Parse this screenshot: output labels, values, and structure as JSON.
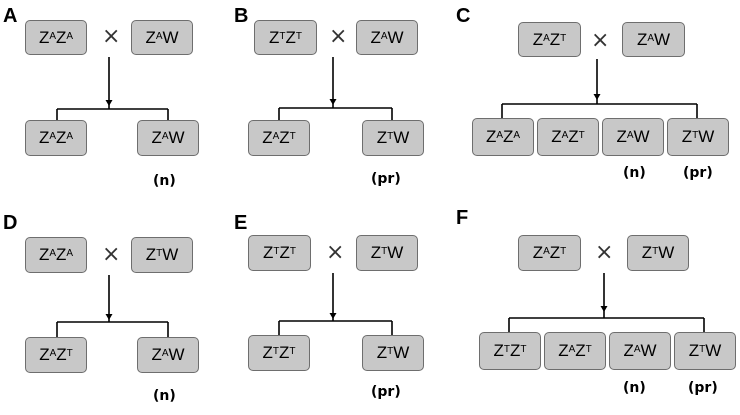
{
  "panels": [
    {
      "label": "A",
      "parents": [
        [
          [
            "Z",
            "A"
          ],
          [
            "Z",
            "A"
          ]
        ],
        [
          [
            "Z",
            "A"
          ],
          [
            "W",
            ""
          ]
        ]
      ],
      "cross": "×",
      "offspring": [
        [
          [
            "Z",
            "A"
          ],
          [
            "Z",
            "A"
          ]
        ],
        [
          [
            "Z",
            "A"
          ],
          [
            "W",
            ""
          ]
        ]
      ],
      "notes": [
        "",
        "(n)"
      ]
    },
    {
      "label": "B",
      "parents": [
        [
          [
            "Z",
            "T"
          ],
          [
            "Z",
            "T"
          ]
        ],
        [
          [
            "Z",
            "A"
          ],
          [
            "W",
            ""
          ]
        ]
      ],
      "cross": "×",
      "offspring": [
        [
          [
            "Z",
            "A"
          ],
          [
            "Z",
            "T"
          ]
        ],
        [
          [
            "Z",
            "T"
          ],
          [
            "W",
            ""
          ]
        ]
      ],
      "notes": [
        "",
        "(pr)"
      ]
    },
    {
      "label": "C",
      "parents": [
        [
          [
            "Z",
            "A"
          ],
          [
            "Z",
            "T"
          ]
        ],
        [
          [
            "Z",
            "A"
          ],
          [
            "W",
            ""
          ]
        ]
      ],
      "cross": "×",
      "offspring": [
        [
          [
            "Z",
            "A"
          ],
          [
            "Z",
            "A"
          ]
        ],
        [
          [
            "Z",
            "A"
          ],
          [
            "Z",
            "T"
          ]
        ],
        [
          [
            "Z",
            "A"
          ],
          [
            "W",
            ""
          ]
        ],
        [
          [
            "Z",
            "T"
          ],
          [
            "W",
            ""
          ]
        ]
      ],
      "notes": [
        "",
        "",
        "(n)",
        "(pr)"
      ]
    },
    {
      "label": "D",
      "parents": [
        [
          [
            "Z",
            "A"
          ],
          [
            "Z",
            "A"
          ]
        ],
        [
          [
            "Z",
            "T"
          ],
          [
            "W",
            ""
          ]
        ]
      ],
      "cross": "×",
      "offspring": [
        [
          [
            "Z",
            "A"
          ],
          [
            "Z",
            "T"
          ]
        ],
        [
          [
            "Z",
            "A"
          ],
          [
            "W",
            ""
          ]
        ]
      ],
      "notes": [
        "",
        "(n)"
      ]
    },
    {
      "label": "E",
      "parents": [
        [
          [
            "Z",
            "T"
          ],
          [
            "Z",
            "T"
          ]
        ],
        [
          [
            "Z",
            "T"
          ],
          [
            "W",
            ""
          ]
        ]
      ],
      "cross": "×",
      "offspring": [
        [
          [
            "Z",
            "T"
          ],
          [
            "Z",
            "T"
          ]
        ],
        [
          [
            "Z",
            "T"
          ],
          [
            "W",
            ""
          ]
        ]
      ],
      "notes": [
        "",
        "(pr)"
      ]
    },
    {
      "label": "F",
      "parents": [
        [
          [
            "Z",
            "A"
          ],
          [
            "Z",
            "T"
          ]
        ],
        [
          [
            "Z",
            "T"
          ],
          [
            "W",
            ""
          ]
        ]
      ],
      "cross": "×",
      "offspring": [
        [
          [
            "Z",
            "T"
          ],
          [
            "Z",
            "T"
          ]
        ],
        [
          [
            "Z",
            "A"
          ],
          [
            "Z",
            "T"
          ]
        ],
        [
          [
            "Z",
            "A"
          ],
          [
            "W",
            ""
          ]
        ],
        [
          [
            "Z",
            "T"
          ],
          [
            "W",
            ""
          ]
        ]
      ],
      "notes": [
        "",
        "",
        "(n)",
        "(pr)"
      ]
    }
  ],
  "colors": {
    "box_fill": "#c8c8c8",
    "box_border": "#6e6e6e",
    "line": "#000000"
  }
}
